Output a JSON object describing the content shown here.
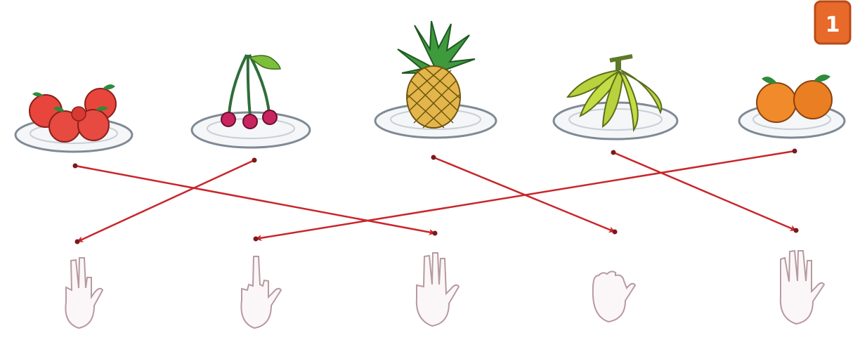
{
  "page_number": "1",
  "colors": {
    "arrow": "#c8262b",
    "plate_fill": "#f4f6f8",
    "plate_stroke": "#7f8a95",
    "badge": "#e86a2a",
    "hand": "#b79aa0"
  },
  "fruits": [
    {
      "name": "apples",
      "count": 5
    },
    {
      "name": "cherries",
      "count": 3
    },
    {
      "name": "pineapple",
      "count": 1
    },
    {
      "name": "bananas",
      "count": 5
    },
    {
      "name": "oranges",
      "count": 2
    }
  ],
  "hands": [
    {
      "fingers": 2
    },
    {
      "fingers": 1
    },
    {
      "fingers": 3
    },
    {
      "fingers": 0
    },
    {
      "fingers": 5
    }
  ],
  "matches": [
    {
      "fruit": "apples",
      "hand_fingers": 3
    },
    {
      "fruit": "cherries",
      "hand_fingers": 2
    },
    {
      "fruit": "pineapple",
      "hand_fingers": 0
    },
    {
      "fruit": "bananas",
      "hand_fingers": 5
    },
    {
      "fruit": "oranges",
      "hand_fingers": 1
    }
  ]
}
